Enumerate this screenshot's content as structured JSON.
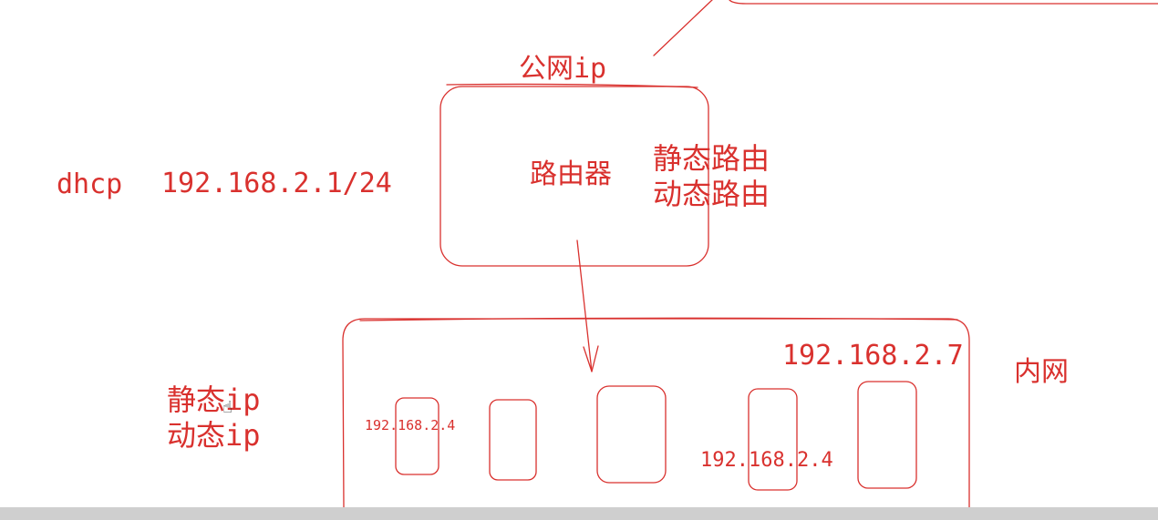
{
  "labels": {
    "public_ip": "公网ip",
    "router": "路由器",
    "static_route": "静态路由",
    "dynamic_route": "动态路由",
    "dhcp": "dhcp",
    "gateway_ip": "192.168.2.1/24",
    "lan_ip": "192.168.2.7",
    "intranet": "内网",
    "static_ip": "静态ip",
    "dynamic_ip": "动态ip",
    "device_ip_1": "192.168.2.4",
    "device_ip_2": "192.168.2.4"
  },
  "colors": {
    "ink": "#d9312e",
    "background": "#ffffff",
    "bottom_bar": "#cfcfcf"
  },
  "icons": {
    "cursor": "hand-pointer-icon"
  }
}
